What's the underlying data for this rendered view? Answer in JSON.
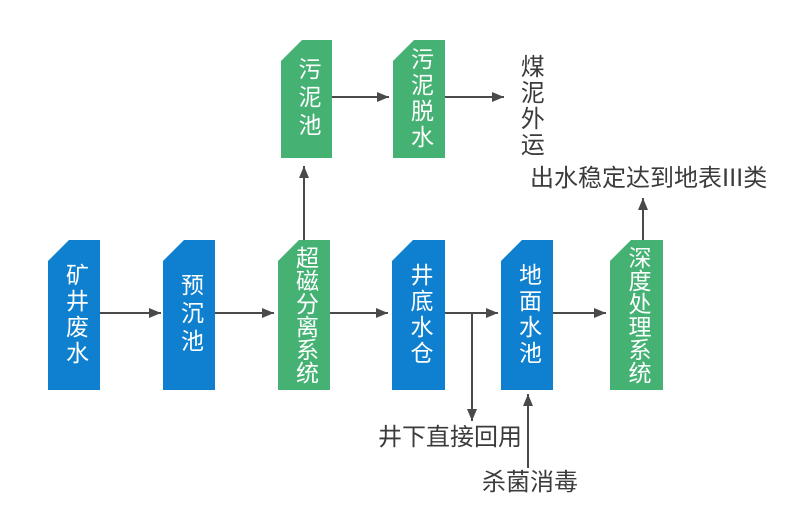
{
  "diagram": {
    "type": "flowchart",
    "topic": "mine wastewater treatment process",
    "colors": {
      "box_blue": "#0f80cf",
      "box_green": "#45b274",
      "box_text": "#ffffff",
      "arrow": "#4a4a4a",
      "annotation_text": "#3b3b3b",
      "background": "#ffffff"
    },
    "nodes": {
      "mine_wastewater": {
        "label": "矿井废水",
        "color": "blue"
      },
      "pre_sedimentation": {
        "label": "预沉池",
        "color": "blue"
      },
      "magnetic_separation": {
        "label": "超磁分离系统",
        "color": "green"
      },
      "shaft_bottom_sump": {
        "label": "井底水仓",
        "color": "blue"
      },
      "surface_pool": {
        "label": "地面水池",
        "color": "blue"
      },
      "advanced_treatment": {
        "label": "深度处理系统",
        "color": "green"
      },
      "sludge_tank": {
        "label": "污泥池",
        "color": "green"
      },
      "sludge_dewatering": {
        "label": "污泥脱水",
        "color": "green"
      }
    },
    "annotations": {
      "coal_slime_out": "煤泥外运",
      "effluent_standard": "出水稳定达到地表III类",
      "underground_reuse": "井下直接回用",
      "disinfection": "杀菌消毒"
    },
    "edges": [
      {
        "from": "mine_wastewater",
        "to": "pre_sedimentation"
      },
      {
        "from": "pre_sedimentation",
        "to": "magnetic_separation"
      },
      {
        "from": "magnetic_separation",
        "to": "shaft_bottom_sump"
      },
      {
        "from": "shaft_bottom_sump",
        "to": "surface_pool"
      },
      {
        "from": "surface_pool",
        "to": "advanced_treatment"
      },
      {
        "from": "magnetic_separation",
        "to": "sludge_tank"
      },
      {
        "from": "sludge_tank",
        "to": "sludge_dewatering"
      },
      {
        "from": "sludge_dewatering",
        "to": "coal_slime_out"
      },
      {
        "from": "advanced_treatment",
        "to": "effluent_standard"
      },
      {
        "from": "shaft_bottom_sump",
        "to": "underground_reuse"
      },
      {
        "from": "disinfection",
        "to": "surface_pool"
      }
    ]
  }
}
